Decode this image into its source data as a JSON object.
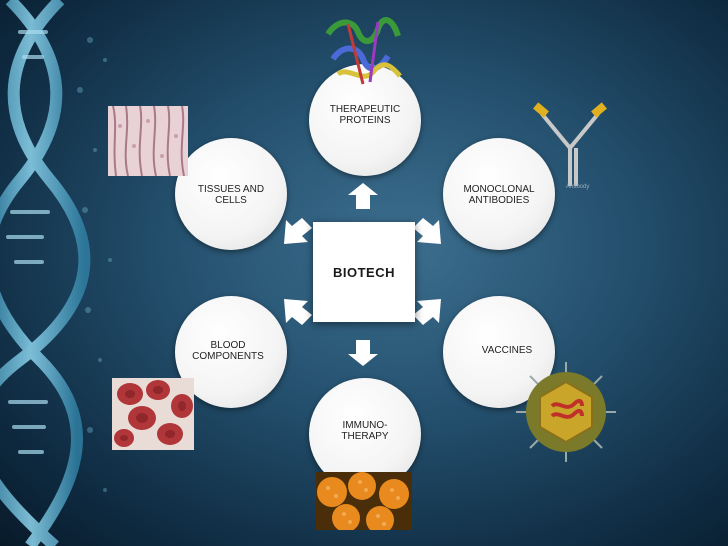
{
  "center": {
    "label": "BIOTECH"
  },
  "nodes": {
    "therapeutic_proteins": "THERAPEUTIC\nPROTEINS",
    "monoclonal_antibodies": "MONOCLONAL\nANTIBODIES",
    "vaccines": "VACCINES",
    "immunotherapy": "IMMUNO-\nTHERAPY",
    "blood_components": "BLOOD\nCOMPONENTS",
    "tissues_and_cells": "TISSUES AND\nCELLS"
  },
  "antibody_caption": "Antibody",
  "colors": {
    "background": "#1f4a68",
    "node_fill": "#ffffff",
    "arrow_fill": "#ffffff",
    "dna_strand": "#5fb6d6"
  }
}
